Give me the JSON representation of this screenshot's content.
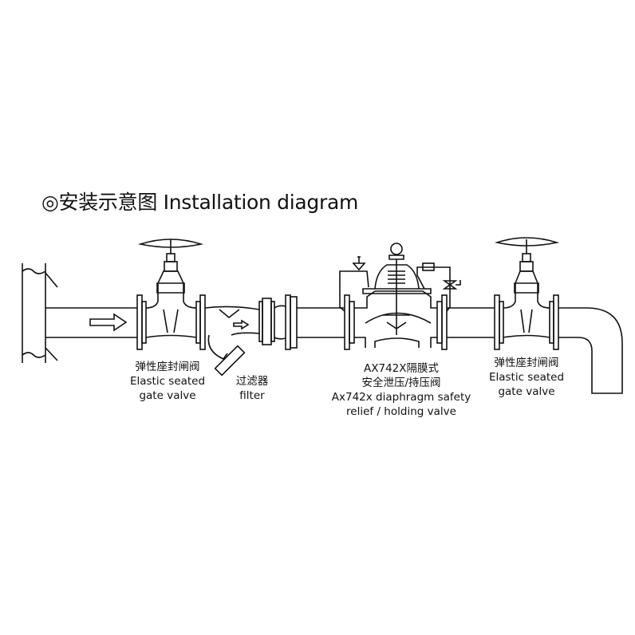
{
  "title": "◎安装示意图 Installation diagram",
  "components": [
    {
      "id": "gate-valve-1",
      "label_cn": "弹性座封闸阀",
      "label_en_1": "Elastic seated",
      "label_en_2": "gate valve"
    },
    {
      "id": "filter",
      "label_cn": "过滤器",
      "label_en": "filter"
    },
    {
      "id": "diaphragm-valve",
      "label_cn_1": "AX742X隔膜式",
      "label_cn_2": "安全泄压/持压阀",
      "label_en_1": "Ax742x diaphragm safety",
      "label_en_2": "relief / holding valve"
    },
    {
      "id": "gate-valve-2",
      "label_cn": "弹性座封闸阀",
      "label_en_1": "Elastic seated",
      "label_en_2": "gate valve"
    }
  ]
}
